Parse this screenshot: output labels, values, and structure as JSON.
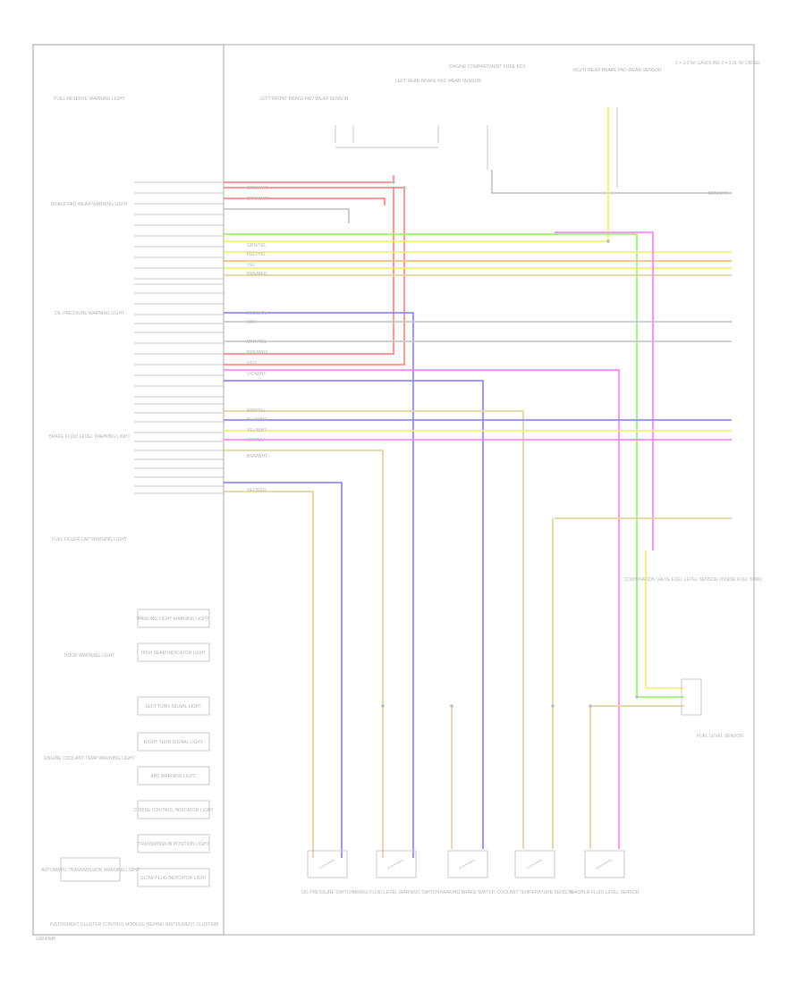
{
  "page": {
    "footer_left": "G8040M8",
    "note": "1 = 3.0 W/ GASOLINE  2 = 3.0L W/ DIESEL"
  },
  "module": {
    "title": "INSTRUMENT CLUSTER CONTROL MODULE (BEHIND INSTRUMENT CLUSTER)",
    "sections": [
      "FUEL RESERVE WARNING LIGHT",
      "BRAKE PAD WEAR WARNING LIGHT",
      "OIL PRESSURE WARNING LIGHT",
      "BRAKE FLUID LEVEL WARNING LIGHT",
      "FUEL FILLER CAP WARNING LIGHT",
      "DOOR WARNING LIGHT",
      "ENGINE COOLANT TEMP WARNING LIGHT"
    ],
    "boxes": [
      "PARKING LIGHT WARNING LIGHT",
      "HIGH BEAM INDICATOR LIGHT",
      "LEFT TURN SIGNAL LIGHT",
      "RIGHT TURN SIGNAL LIGHT",
      "ABS WARNING LIGHT",
      "CRUISE CONTROL INDICATOR LIGHT",
      "TRANSMISSION POSITION LIGHT",
      "GLOW PLUG INDICATOR LIGHT"
    ],
    "side_box": "AUTOMATIC TRANSMISSION WARNING LIGHT"
  },
  "components": {
    "top_left": "LEFT FRONT BRAKE PAD WEAR SENSOR",
    "top_mid": "LEFT REAR BRAKE PAD WEAR SENSOR",
    "top_right": "RIGHT REAR BRAKE PAD WEAR SENSOR",
    "fuse": "ENGINE COMPARTMENT FUSE BOX",
    "right_mid": "COMBINATION VALVE FUEL LEVEL SENSOR (INSIDE FUEL TANK)",
    "right_low": "FUEL LEVEL SENSOR",
    "bottom": [
      "OIL PRESSURE SWITCH",
      "BRAKE FLUID LEVEL WARNING SWITCH",
      "PARKING BRAKE SWITCH",
      "COOLANT TEMPERATURE SENSOR",
      "WASHER FLUID LEVEL SENSOR"
    ]
  },
  "wires": {
    "colors": {
      "red": "#ff8a8a",
      "yellow": "#f2f26a",
      "green": "#9af27a",
      "blue": "#8c8cff",
      "pink": "#ff88ff",
      "tan": "#e6d3a0",
      "gray": "#c8c8c8",
      "orange": "#f2c27a"
    },
    "labels": {
      "w1": "BRN/WHT",
      "w2": "BRN/WHT",
      "w3": "RED/YEL",
      "w4": "GRN/YEL",
      "w5": "YEL",
      "w6": "BRN/RED",
      "w7": "BLU/BRN",
      "w8": "GRY",
      "w9": "WHT/YEL",
      "w10": "BRN/WHT",
      "w11": "RED",
      "w12": "VIO/WHT",
      "w13": "BRN/YEL",
      "w14": "BLU/WHT",
      "w15": "YEL/WHT",
      "w16": "VIO/BLU",
      "w17": "BRN/WHT",
      "w18": "YEL/RED",
      "right_tag": "BRN/WHT"
    }
  }
}
